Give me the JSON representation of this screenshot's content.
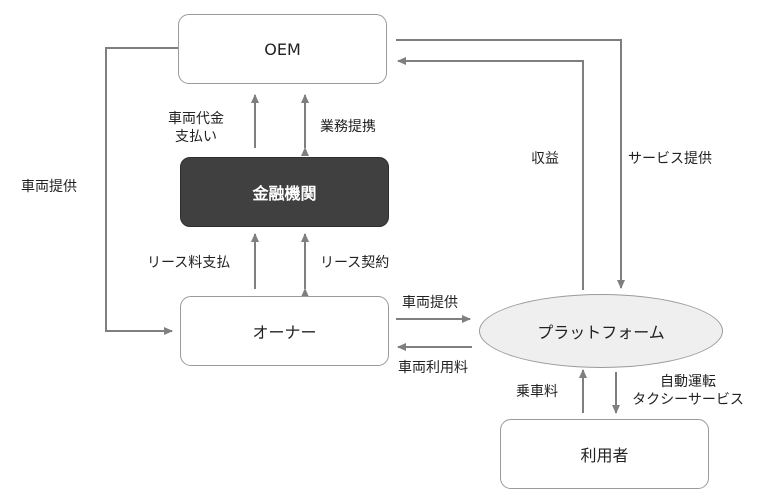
{
  "nodes": {
    "oem": "OEM",
    "finance": "金融機関",
    "owner": "オーナー",
    "platform": "プラットフォーム",
    "user": "利用者"
  },
  "labels": {
    "vehicle_payment_line1": "車両代金",
    "vehicle_payment_line2": "支払い",
    "business_alliance": "業務提携",
    "vehicle_supply_left": "車両提供",
    "lease_payment": "リース料支払",
    "lease_contract": "リース契約",
    "revenue": "収益",
    "service_provision": "サービス提供",
    "vehicle_supply_owner": "車両提供",
    "vehicle_usage_fee": "車両利用料",
    "fare": "乗車料",
    "autonomous_line1": "自動運転",
    "autonomous_line2": "タクシーサービス"
  },
  "colors": {
    "arrow": "#7f7f7f",
    "finance_fill": "#404040",
    "platform_fill": "#efefef"
  }
}
